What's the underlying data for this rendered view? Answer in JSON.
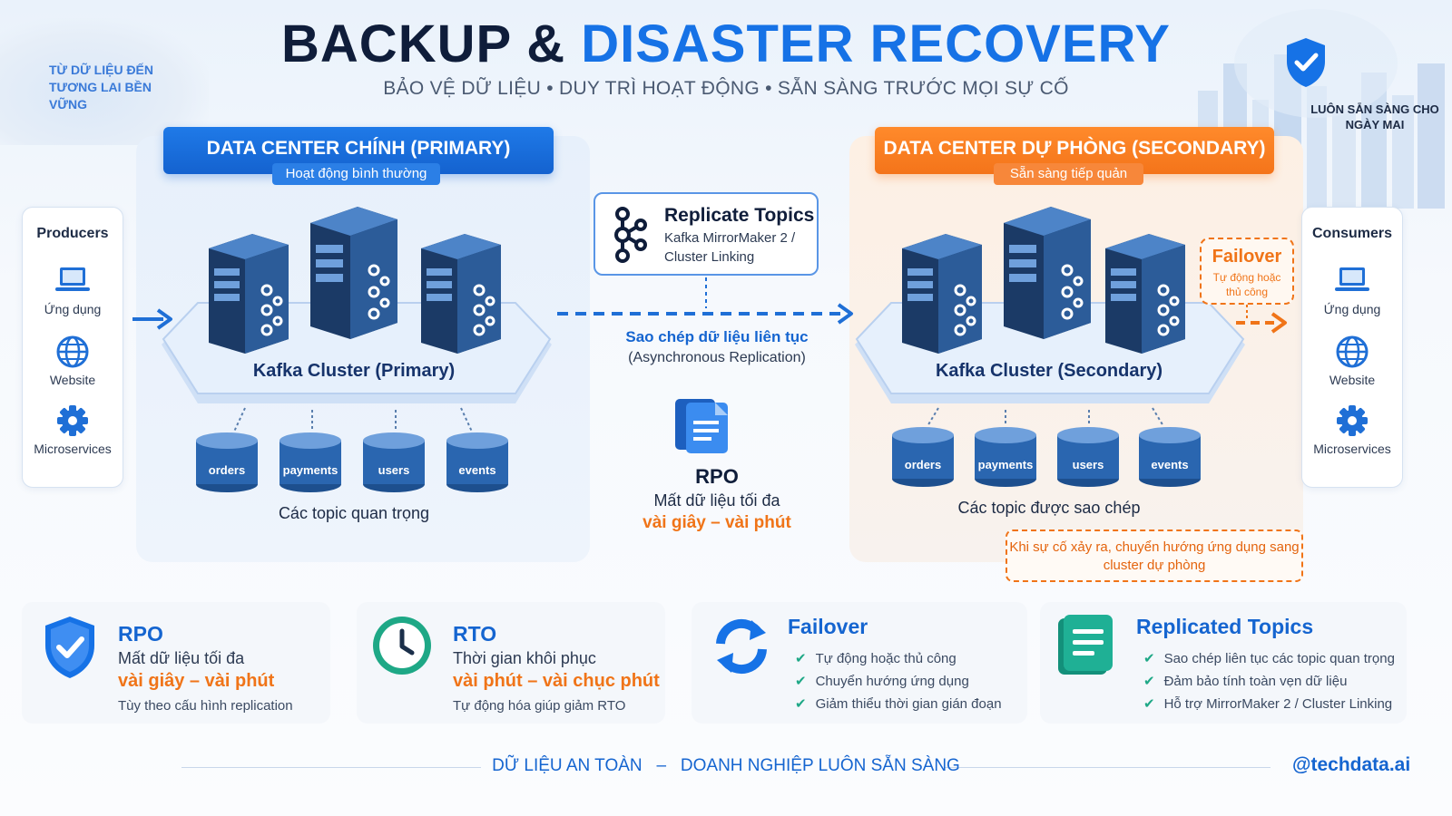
{
  "header": {
    "title_dark": "BACKUP &",
    "title_blue": "DISASTER RECOVERY",
    "subtitle": "BẢO VỆ DỮ LIỆU  •  DUY TRÌ HOẠT ĐỘNG  •  SẴN SÀNG TRƯỚC MỌI SỰ CỐ",
    "tag_left": "TỪ DỮ LIỆU ĐẾN TƯƠNG LAI BỀN VỮNG",
    "tag_right": "LUÔN SẴN SÀNG CHO NGÀY MAI"
  },
  "primary": {
    "header": "DATA CENTER CHÍNH (PRIMARY)",
    "status": "Hoạt động bình thường",
    "cluster_label": "Kafka Cluster (Primary)",
    "topics": [
      "orders",
      "payments",
      "users",
      "events"
    ],
    "topics_caption": "Các topic quan trọng"
  },
  "secondary": {
    "header": "DATA CENTER DỰ PHÒNG (SECONDARY)",
    "status": "Sẵn sàng tiếp quản",
    "cluster_label": "Kafka Cluster (Secondary)",
    "topics": [
      "orders",
      "payments",
      "users",
      "events"
    ],
    "topics_caption": "Các topic được sao chép"
  },
  "producers": {
    "title": "Producers",
    "items": [
      {
        "label": "Ứng dụng",
        "icon": "laptop-icon"
      },
      {
        "label": "Website",
        "icon": "globe-icon"
      },
      {
        "label": "Microservices",
        "icon": "gear-icon"
      }
    ]
  },
  "consumers": {
    "title": "Consumers",
    "items": [
      {
        "label": "Ứng dụng",
        "icon": "laptop-icon"
      },
      {
        "label": "Website",
        "icon": "globe-icon"
      },
      {
        "label": "Microservices",
        "icon": "gear-icon"
      }
    ]
  },
  "replication": {
    "title": "Replicate Topics",
    "desc": "Kafka MirrorMaker 2 / Cluster Linking",
    "line1": "Sao chép dữ liệu liên tục",
    "line2": "(Asynchronous Replication)"
  },
  "rpo_center": {
    "title": "RPO",
    "desc": "Mất dữ liệu tối đa",
    "value": "vài giây – vài phút"
  },
  "failover_tag": {
    "title": "Failover",
    "desc": "Tự động hoặc thủ công"
  },
  "note": "Khi sự cố xảy ra, chuyển hướng ứng dụng sang cluster dự phòng",
  "cards": {
    "rpo": {
      "title": "RPO",
      "desc": "Mất dữ liệu tối đa",
      "value": "vài giây – vài phút",
      "note": "Tùy theo cấu hình replication"
    },
    "rto": {
      "title": "RTO",
      "desc": "Thời gian khôi phục",
      "value": "vài phút – vài chục phút",
      "note": "Tự động hóa giúp giảm RTO"
    },
    "failover": {
      "title": "Failover",
      "items": [
        "Tự động hoặc thủ công",
        "Chuyển hướng ứng dụng",
        "Giảm thiểu thời gian gián đoạn"
      ]
    },
    "replicated": {
      "title": "Replicated Topics",
      "items": [
        "Sao chép liên tục các topic quan trọng",
        "Đảm bảo tính toàn vẹn dữ liệu",
        "Hỗ trợ MirrorMaker 2 / Cluster Linking"
      ]
    }
  },
  "footer": {
    "left": "DỮ LIỆU AN TOÀN",
    "sep": "–",
    "right": "DOANH NGHIỆP LUÔN SẴN SÀNG",
    "brand": "@techdata.ai"
  },
  "colors": {
    "primary_blue": "#1672e6",
    "accent_orange": "#f07418",
    "dark_navy": "#0f1d3a",
    "teal": "#1ea886"
  }
}
